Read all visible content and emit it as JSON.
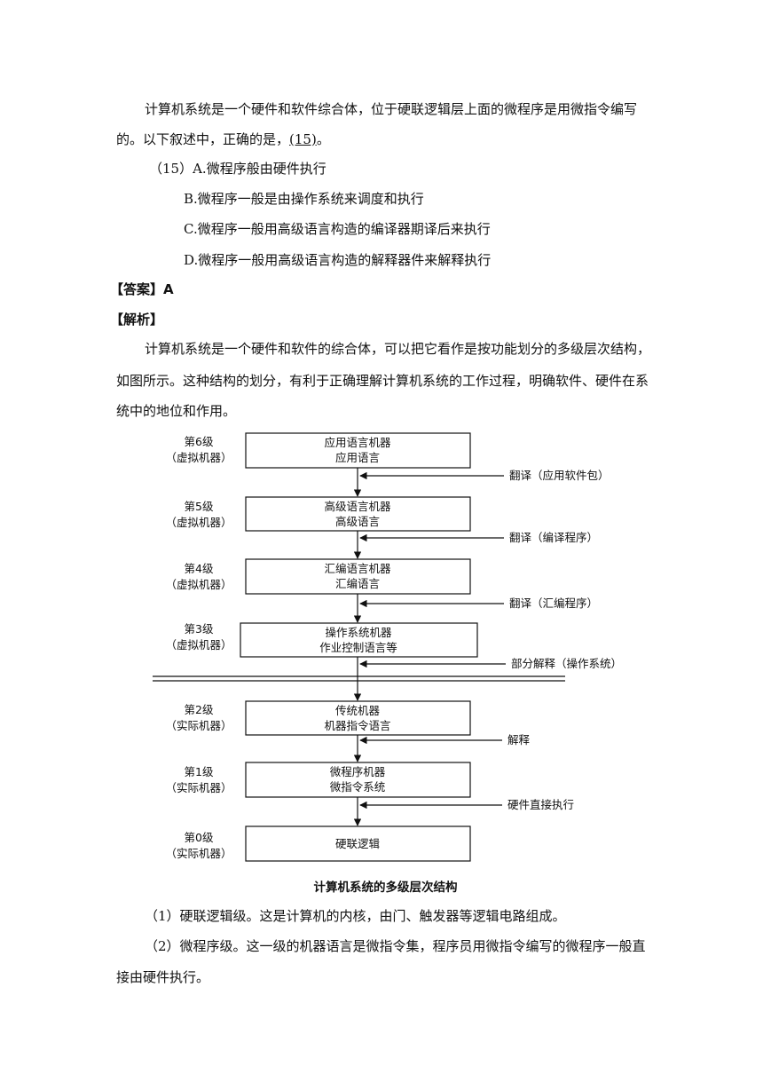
{
  "question": {
    "line1": "计算机系统是一个硬件和软件综合体，位于硬联逻辑层上面的微程序是用微指令编写",
    "line2_pre": "的。以下叙述中，正确的是，",
    "line2_blank": "(15)",
    "line2_post": "。",
    "options": [
      "（15）A.微程序般由硬件执行",
      "B.微程序一般是由操作系统来调度和执行",
      "C.微程序一般用高级语言构造的编译器期译后来执行",
      "D.微程序一般用高级语言构造的解释器件来解释执行"
    ]
  },
  "answer": "【答案】A",
  "analysis_heading": "【解析】",
  "analysis": [
    "计算机系统是一个硬件和软件的综合体，可以把它看作是按功能划分的多级层次结构，",
    "如图所示。这种结构的划分，有利于正确理解计算机系统的工作过程，明确软件、硬件在系",
    "统中的地位和作用。"
  ],
  "diagram": {
    "levels": [
      {
        "level": "第6级",
        "kind": "（虚拟机器）",
        "box": [
          "应用语言机器",
          "应用语言"
        ]
      },
      {
        "level": "第5级",
        "kind": "（虚拟机器）",
        "box": [
          "高级语言机器",
          "高级语言"
        ]
      },
      {
        "level": "第4级",
        "kind": "（虚拟机器）",
        "box": [
          "汇编语言机器",
          "汇编语言"
        ]
      },
      {
        "level": "第3级",
        "kind": "（虚拟机器）",
        "box": [
          "操作系统机器",
          "作业控制语言等"
        ]
      },
      {
        "level": "第2级",
        "kind": "（实际机器）",
        "box": [
          "传统机器",
          "机器指令语言"
        ]
      },
      {
        "level": "第1级",
        "kind": "（实际机器）",
        "box": [
          "微程序机器",
          "微指令系统"
        ]
      },
      {
        "level": "第0级",
        "kind": "（实际机器）",
        "box": [
          "硬联逻辑"
        ]
      }
    ],
    "transitions": [
      "翻译（应用软件包）",
      "翻译（编译程序）",
      "翻译（汇编程序）",
      "部分解释（操作系统）",
      "解释",
      "硬件直接执行"
    ],
    "caption": "计算机系统的多级层次结构"
  },
  "points": [
    "（1）硬联逻辑级。这是计算机的内核，由门、触发器等逻辑电路组成。",
    "（2）微程序级。这一级的机器语言是微指令集，程序员用微指令编写的微程序一般直",
    "接由硬件执行。"
  ]
}
